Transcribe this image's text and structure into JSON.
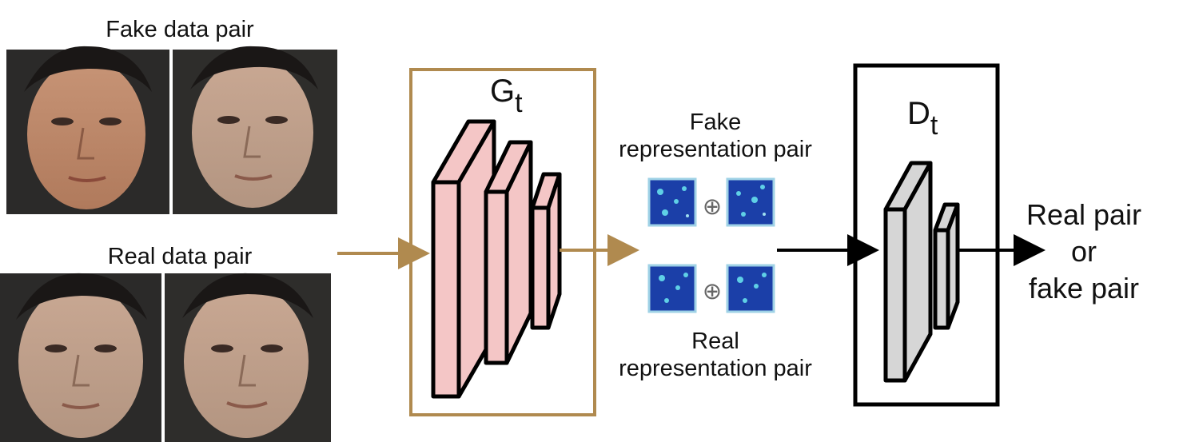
{
  "fake_data": {
    "label": "Fake data pair"
  },
  "real_data": {
    "label": "Real data pair"
  },
  "generator": {
    "symbol": "G",
    "subscript": "t",
    "box_color": "#b08a4f",
    "layer_color": "#f4c6c6"
  },
  "discriminator": {
    "symbol": "D",
    "subscript": "t",
    "box_color": "#000000",
    "layer_color": "#d6d6d6"
  },
  "fake_repr": {
    "label_line1": "Fake",
    "label_line2": "representation pair"
  },
  "real_repr": {
    "label_line1": "Real",
    "label_line2": "representation pair"
  },
  "operator": "⊕",
  "output": {
    "line1": "Real pair",
    "line2": "or",
    "line3": "fake pair"
  },
  "colors": {
    "gold_arrow": "#b08a4f",
    "black_arrow": "#000000",
    "heatmap_bg": "#1b3fa8",
    "heatmap_spot": "#5fd0e6"
  }
}
